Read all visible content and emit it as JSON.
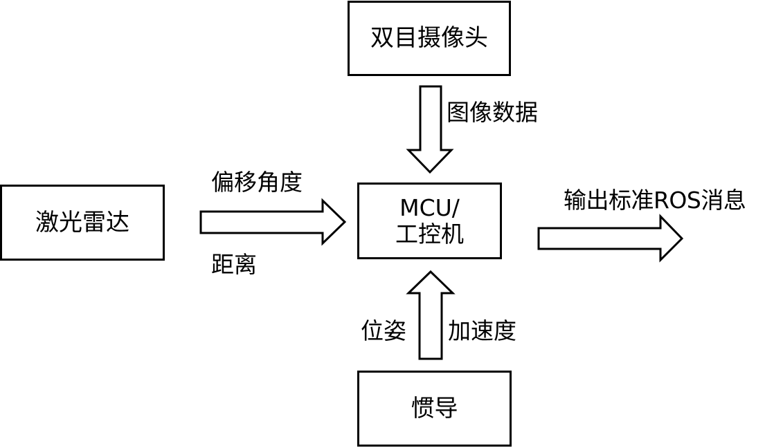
{
  "nodes": {
    "camera": "双目摄像头",
    "lidar": "激光雷达",
    "mcu_line1": "MCU/",
    "mcu_line2": "工控机",
    "imu": "惯导"
  },
  "edges": {
    "camera_to_mcu": "图像数据",
    "lidar_to_mcu_top": "偏移角度",
    "lidar_to_mcu_bottom": "距离",
    "imu_to_mcu_left": "位姿",
    "imu_to_mcu_right": "加速度",
    "mcu_output": "输出标准ROS消息"
  },
  "colors": {
    "stroke": "#000000",
    "fill": "#ffffff"
  }
}
